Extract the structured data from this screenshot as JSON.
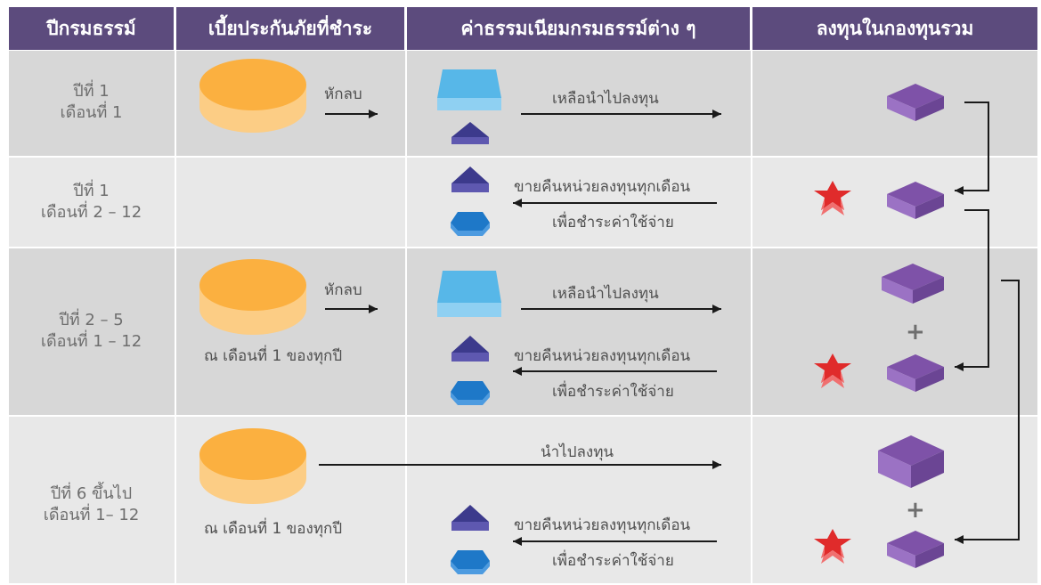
{
  "header": {
    "col1": "ปีกรมธรรม์",
    "col2": "เบี้ยประกันภัยที่ชำระ",
    "col3": "ค่าธรรมเนียมกรมธรรม์ต่าง ๆ",
    "col4": "ลงทุนในกองทุนรวม"
  },
  "rows": [
    {
      "year": "ปีที่ 1",
      "month": "เดือนที่ 1"
    },
    {
      "year": "ปีที่ 1",
      "month": "เดือนที่ 2 – 12"
    },
    {
      "year": "ปีที่ 2 – 5",
      "month": "เดือนที่ 1 – 12"
    },
    {
      "year": "ปีที่ 6 ขึ้นไป",
      "month": "เดือนที่ 1– 12"
    }
  ],
  "labels": {
    "deduct": "หักลบ",
    "remaining_invest": "เหลือนำไปลงทุน",
    "sell_units": "ขายคืนหน่วยลงทุนทุกเดือน",
    "pay_expenses": "เพื่อชำระค่าใช้จ่าย",
    "invest": "นำไปลงทุน",
    "every_year": "ณ เดือนที่ 1 ของทุกปี",
    "plus": "+"
  },
  "colors": {
    "header_bg": "#5c4b7d",
    "row_dark": "#d7d7d7",
    "row_light": "#e8e8e8",
    "premium_orange": "#fbb040",
    "fee_lightblue": "#57b7e8",
    "fee_navy": "#3c3a8c",
    "fee_blue": "#1e78c8",
    "fund_purple": "#7e52a8",
    "loss_red": "#e02b2b"
  }
}
